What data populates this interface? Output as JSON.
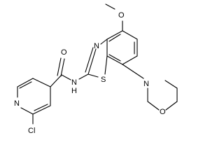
{
  "structure": {
    "atoms": {
      "methoxy_oxygen": "O",
      "amide_oxygen": "O",
      "thiazole_nitrogen": "N",
      "amide_nitrogen": "N",
      "amide_hydrogen": "H",
      "thiazole_sulfur": "S",
      "morpholine_nitrogen": "N",
      "morpholine_oxygen": "O",
      "pyridine_nitrogen": "N",
      "chlorine": "Cl"
    }
  },
  "colors": {
    "bond": "#000000",
    "text": "#000000",
    "background": "#ffffff"
  }
}
